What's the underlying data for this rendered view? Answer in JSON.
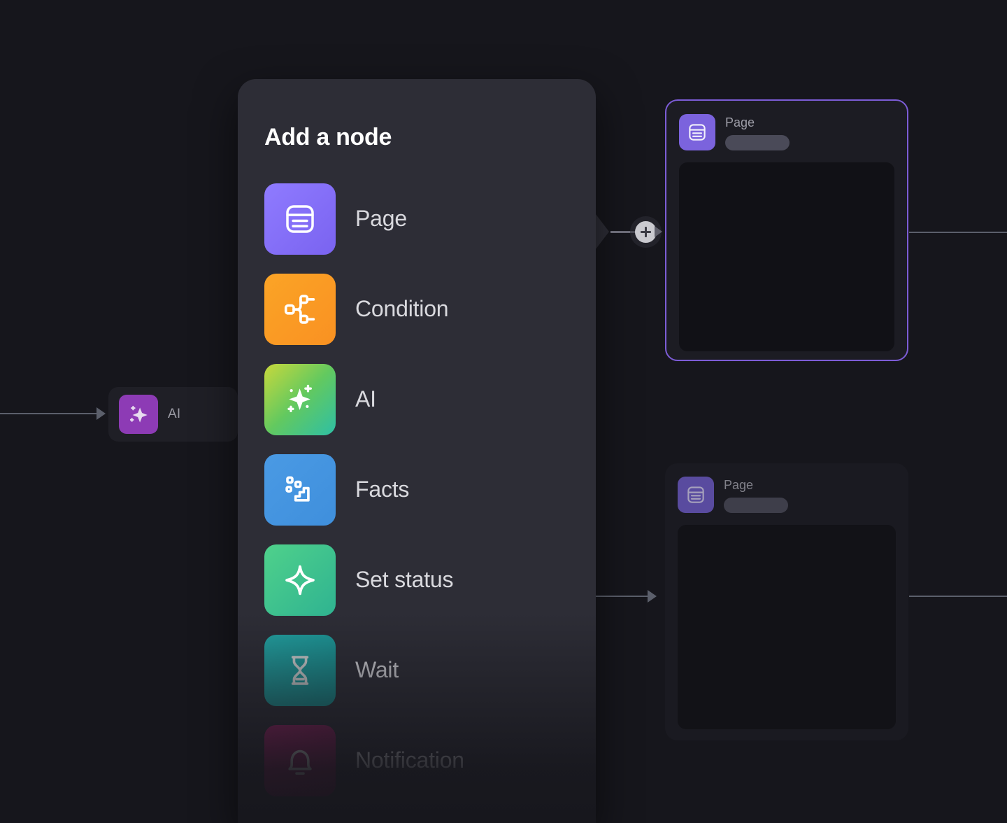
{
  "canvas": {
    "background_color": "#16161c",
    "description": "Workflow builder canvas with node picker popover"
  },
  "panel": {
    "title": "Add a node",
    "background_color": "#2d2d36",
    "items": [
      {
        "label": "Page",
        "icon": "page-icon",
        "color_start": "#8f7bff",
        "color_end": "#7a63f0",
        "dimmed": false
      },
      {
        "label": "Condition",
        "icon": "condition-icon",
        "color_start": "#fba426",
        "color_end": "#f99122",
        "dimmed": false
      },
      {
        "label": "AI",
        "icon": "ai-sparkle-icon",
        "color_start": "#c8d83c",
        "color_end": "#2ebfa5",
        "dimmed": false
      },
      {
        "label": "Facts",
        "icon": "facts-icon",
        "color_start": "#4a9ae4",
        "color_end": "#3f8fdc",
        "dimmed": false
      },
      {
        "label": "Set status",
        "icon": "set-status-icon",
        "color_start": "#4fd18b",
        "color_end": "#2fb391",
        "dimmed": false
      },
      {
        "label": "Wait",
        "icon": "wait-hourglass-icon",
        "color_start": "#22a6a6",
        "color_end": "#178f90",
        "dimmed": true
      },
      {
        "label": "Notification",
        "icon": "notification-bell-icon",
        "color_start": "#a3216b",
        "color_end": "#6e1c4c",
        "dimmed": true
      }
    ]
  },
  "ai_node": {
    "label": "AI",
    "icon": "ai-sparkle-icon",
    "icon_color": "#8d3bb5"
  },
  "page_nodes": [
    {
      "title": "Page",
      "icon": "page-icon",
      "selected": true,
      "border_color": "#7c5cd6"
    },
    {
      "title": "Page",
      "icon": "page-icon",
      "selected": false,
      "border_color": ""
    }
  ],
  "add_button": {
    "icon": "plus-icon",
    "color": "#c9c9cf"
  },
  "edges": {
    "color": "#5b5f6b"
  }
}
